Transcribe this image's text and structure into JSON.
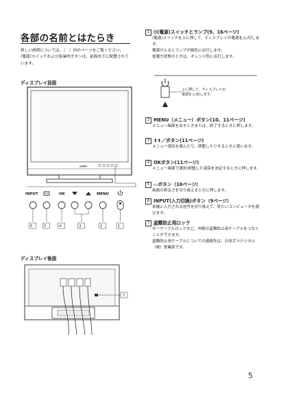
{
  "page_title": "各部の名前とはたらき",
  "intro": "詳しい説明については、（　）内のページをご覧ください。\n(電源)スイッチおよび各操作ボタンは、前面右下に配置されています。",
  "front_heading": "ディスプレイ前面",
  "rear_heading": "ディスプレイ後面",
  "front_figure": {
    "brand": "SONY",
    "callouts": [
      "6",
      "5",
      "4",
      "3",
      "2",
      "1"
    ],
    "controls": [
      "INPUT",
      "",
      "OK",
      "",
      "",
      "MENU",
      ""
    ],
    "control_icons": [
      "input-label",
      "picture-mode-icon",
      "ok-label",
      "down-arrow-icon",
      "up-arrow-icon",
      "menu-label",
      "power-icon"
    ]
  },
  "rear_figure": {
    "callout": "7"
  },
  "power_figure": {
    "caption": "上に押して、ディスプレイの\n電源を入/切します。"
  },
  "items": [
    {
      "num": "1",
      "title": "(電源)スイッチとランプ(9、16ページ)",
      "body": "(電源)スイッチを上に押して、ディスプレイの電源を入/切します。\n電源が入るとランプが緑色に点灯します。\n省電力状態のときは、オレンジ色に点灯します。"
    },
    {
      "num": "2",
      "title": "MENU（メニュー）ボタン(10、11ページ)",
      "body": "メニュー画面を出すときまたは、終了するときに押します。"
    },
    {
      "num": "3",
      "title": "／ボタン(11ページ)",
      "body": "メニュー項目を選んだり、調整したりするときに使います。"
    },
    {
      "num": "4",
      "title": "OKボタン(11ページ)",
      "body": "メニュー画面で選択/調整した項目を決定するときに押します。"
    },
    {
      "num": "5",
      "title": "ボタン（10ページ）",
      "body": "画面の明るさを切り換えるときに押します。"
    },
    {
      "num": "6",
      "title": "INPUT(入力切換)ボタン（9ページ）",
      "body": "本機に入力される信号を切り換えて、見たいコンピュータを選びます。"
    },
    {
      "num": "7",
      "title": "盗難防止用ロック",
      "body": "ギーケーブルロックなど、市販の盗難防止用ケーブルをつなぐことができます。\n盗難防止用ケーブルについての連絡先は、日本ポラデジタル（株）営業部です。"
    }
  ],
  "page_number": "5"
}
